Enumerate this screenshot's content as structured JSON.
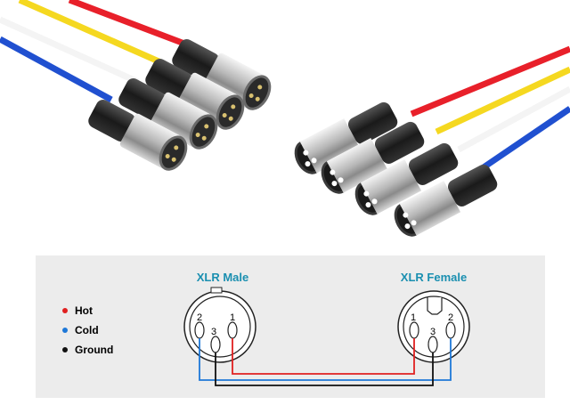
{
  "diagram": {
    "male_title": "XLR Male",
    "female_title": "XLR Female",
    "legend": [
      {
        "label": "Hot",
        "color": "#e02020"
      },
      {
        "label": "Cold",
        "color": "#1e78d8"
      },
      {
        "label": "Ground",
        "color": "#111111"
      }
    ],
    "male_pins": [
      "2",
      "1",
      "3"
    ],
    "female_pins": [
      "1",
      "2",
      "3"
    ],
    "title_color": "#1a8fb0"
  },
  "photo": {
    "cable_colors": [
      "#e8202a",
      "#f5d820",
      "#f4f4f4",
      "#2050d0"
    ]
  }
}
